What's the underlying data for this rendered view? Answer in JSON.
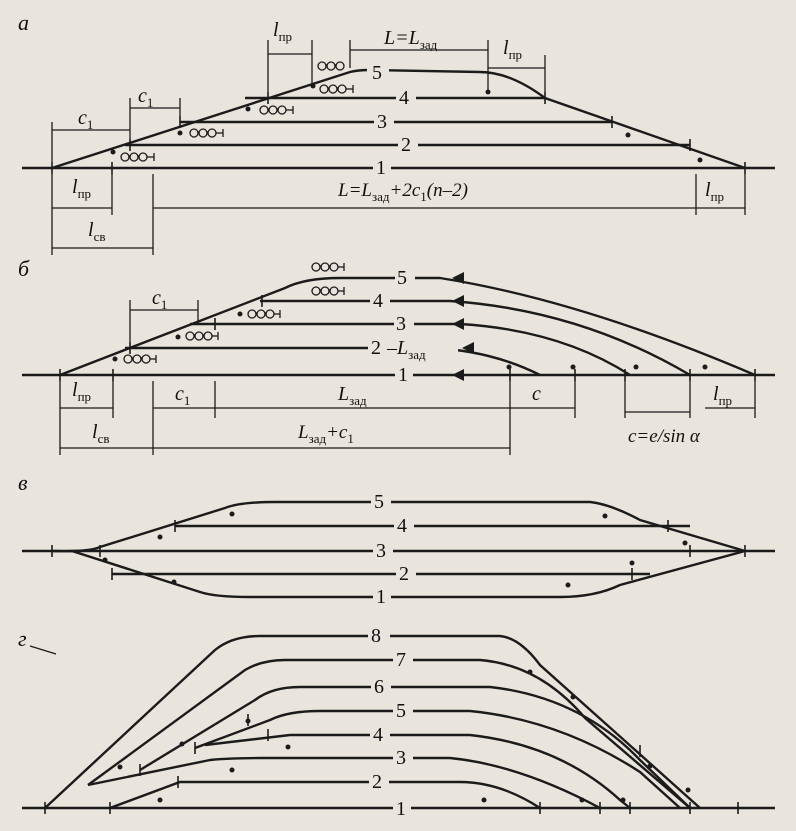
{
  "panels": {
    "a": {
      "letter": "а",
      "tracks": [
        "1",
        "2",
        "3",
        "4",
        "5"
      ],
      "labels": {
        "l_pr_top": "l",
        "l_pr_top_sub": "пр",
        "L_top": "L=L",
        "L_top_sub": "зад",
        "l_pr_right": "l",
        "l_pr_right_sub": "пр",
        "c1_a": "c",
        "c1_a_sub": "1",
        "c1_b": "c",
        "c1_b_sub": "1",
        "L_bottom": "L=L",
        "L_bottom_sub": "зад",
        "L_bottom_tail": "+2c",
        "L_bottom_tail_sub": "1",
        "L_bottom_end": "(n–2)",
        "l_pr_left": "l",
        "l_pr_left_sub": "пр",
        "l_sv": "l",
        "l_sv_sub": "св",
        "l_pr_br": "l",
        "l_pr_br_sub": "пр"
      }
    },
    "b": {
      "letter": "б",
      "tracks": [
        "1",
        "2",
        "3",
        "4",
        "5"
      ],
      "labels": {
        "L_zad_track": "L",
        "L_zad_track_sub": "зад",
        "c1_top": "c",
        "c1_top_sub": "1",
        "l_pr": "l",
        "l_pr_sub": "пр",
        "c1_mid": "c",
        "c1_mid_sub": "1",
        "L_zad": "L",
        "L_zad_sub": "зад",
        "c": "c",
        "l_pr_right": "l",
        "l_pr_right_sub": "пр",
        "l_sv": "l",
        "l_sv_sub": "св",
        "Lc1": "L",
        "Lc1_sub": "зад",
        "Lc1_tail": "+c",
        "Lc1_tail_sub": "1",
        "c_formula": "c=e/sin α"
      }
    },
    "v": {
      "letter": "в",
      "tracks": [
        "1",
        "2",
        "3",
        "4",
        "5"
      ]
    },
    "g": {
      "letter": "г",
      "tracks": [
        "1",
        "2",
        "3",
        "4",
        "5",
        "6",
        "7",
        "8"
      ]
    }
  }
}
